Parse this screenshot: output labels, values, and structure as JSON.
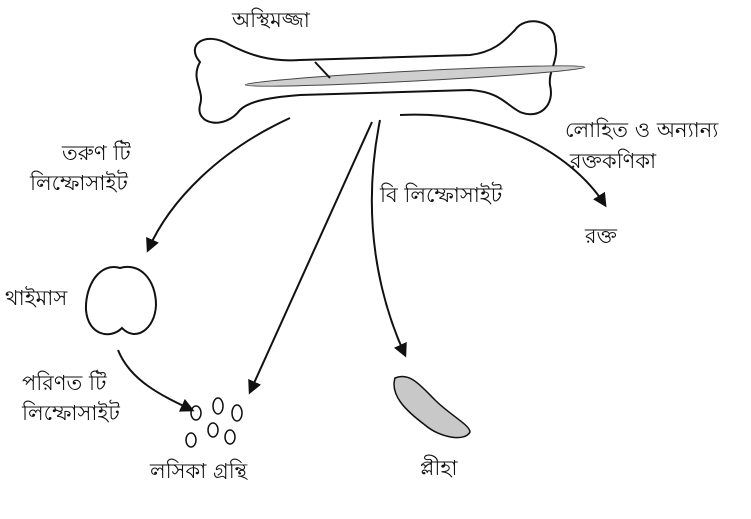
{
  "title": "Lymphocyte formation from bone marrow",
  "labels": {
    "bone_marrow": "অস্থিমজ্জা",
    "young_t_line1": "তরুণ টি",
    "young_t_line2": "লিম্ফোসাইট",
    "b_lymphocyte": "বি লিম্ফোসাইট",
    "rbc_line1": "লোহিত ও অন্যান্য",
    "rbc_line2": "রক্তকণিকা",
    "blood": "রক্ত",
    "thymus": "থাইমাস",
    "mature_t_line1": "পরিণত টি",
    "mature_t_line2": "লিম্ফোসাইট",
    "lymph_node": "লসিকা গ্রন্থি",
    "spleen": "প্লীহা"
  },
  "colors": {
    "marrow": "#cfcfcf",
    "spleen": "#c8c8c8",
    "ink": "#111111"
  }
}
